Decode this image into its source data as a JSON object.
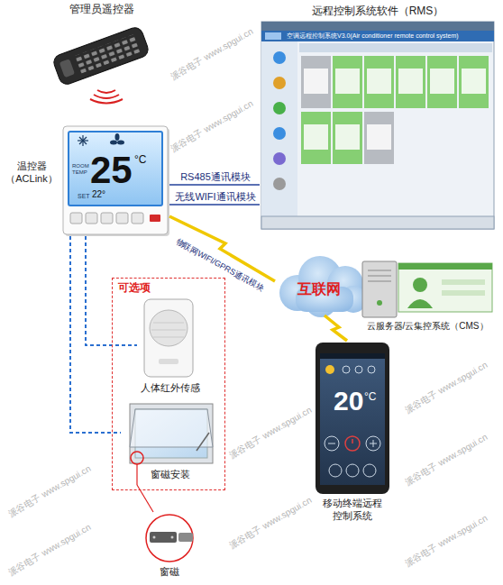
{
  "diagram": {
    "nodes": [
      {
        "text": [
          "管理员遥控器"
        ]
      },
      {
        "text": [
          "温控器 （ACLink）"
        ]
      },
      {
        "text": [
          "远程控制系统软件（RMS）"
        ]
      },
      {
        "text": [
          "互联网"
        ]
      },
      {
        "text": [
          "云服务器/云集控系统（CMS）"
        ]
      },
      {
        "text": [
          "移动终端远程 控制系统"
        ]
      },
      {
        "text": [
          "可选项"
        ]
      },
      {
        "text": [
          "人体红外传感"
        ],
        "in": 6
      },
      {
        "text": [
          "窗磁安装"
        ],
        "in": 6
      },
      {
        "text": [
          "窗磁"
        ]
      }
    ],
    "edges": [
      {
        "from": 1,
        "to": 2,
        "label": "RS485通讯模块",
        "arrow": "none"
      },
      {
        "from": 1,
        "to": 2,
        "label": "无线WIFI通讯模块",
        "arrow": "none"
      },
      {
        "from": 1,
        "to": 3,
        "label": "物联网WIFI/GPRS通讯模块",
        "arrow": "none"
      },
      {
        "from": 3,
        "to": 5,
        "arrow": "none"
      },
      {
        "from": 1,
        "to": 7,
        "arrow": "none"
      },
      {
        "from": 1,
        "to": 8,
        "arrow": "none"
      },
      {
        "from": 8,
        "to": 9,
        "arrow": "none"
      }
    ],
    "labels": [
      "空调远程控制系统V3.0(Air conditioner remote control system)",
      "ROOM",
      "TEMP",
      "25",
      "°C",
      "SET",
      "22°",
      "20",
      "°C",
      "派谷电子 www.spgui.cn",
      "派谷电子 www.spgui.cn",
      "派谷电子 www.spgui.cn",
      "派谷电子 www.spgui.cn",
      "派谷电子 www.spgui.cn",
      "派谷电子 www.spgui.cn",
      "派谷电子 www.spgui.cn",
      "派谷电子 www.spgui.cn",
      "派谷电子 www.spgui.cn"
    ]
  }
}
